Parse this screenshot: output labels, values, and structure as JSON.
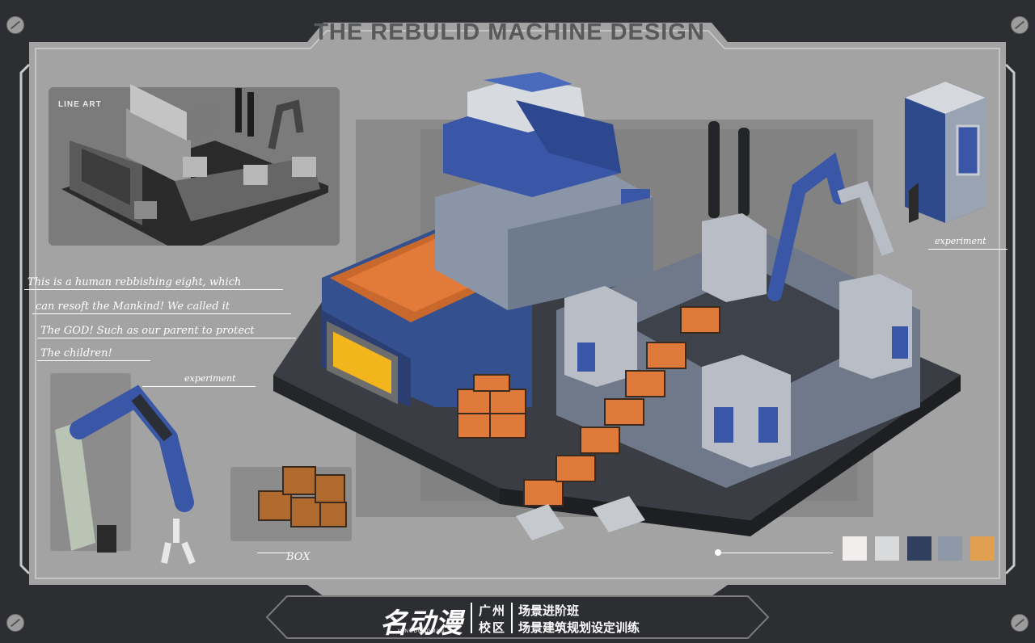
{
  "title": "THE  REBULID MACHINE DESIGN",
  "line_art_label": "LINE ART",
  "notes": {
    "line1": "This is a human rebbishing eight, which",
    "line2": "can resoft the Mankind! We called it",
    "line3": "The GOD! Such as our parent to protect",
    "line4": "The children!"
  },
  "annotations": {
    "experiment_top": "experiment",
    "experiment_mid": "experiment",
    "box": "BOX"
  },
  "palette": [
    "#f3eeee",
    "#d9dadc",
    "#2f3f5d",
    "#8e98a6",
    "#e0a050"
  ],
  "footer": {
    "logo": "名动漫",
    "logo_sub": "MINGDONGMAN",
    "campus_line1": "广州",
    "campus_line2": "校区",
    "course_line1": "场景进阶班",
    "course_line2": "场景建筑规划设定训练"
  },
  "colors": {
    "frame": "#a6a6a6",
    "panel": "#949494",
    "steel_blue": "#3a57a7",
    "crate_orange": "#e07a3a",
    "window_yellow": "#f2b51c"
  }
}
